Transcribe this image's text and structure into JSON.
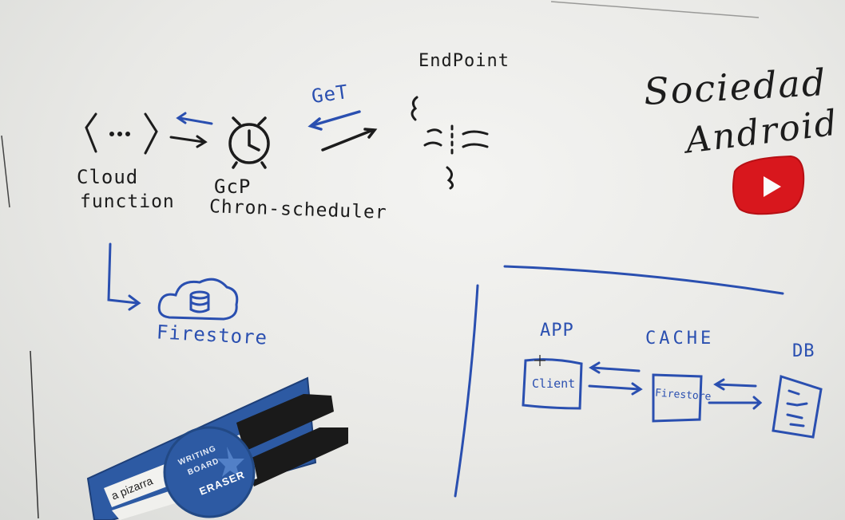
{
  "labels": {
    "cloud_function_1": "Cloud",
    "cloud_function_2": "function",
    "gcp_1": "GcP",
    "gcp_2": "Chron-scheduler",
    "get": "GeT",
    "endpoint": "EndPoint",
    "firestore": "Firestore",
    "brand_1": "Sociedad",
    "brand_2": "Android",
    "app": "APP",
    "cache": "CACHE",
    "db": "DB",
    "client_box": "Client",
    "firestore_box": "Firestore"
  },
  "eraser": {
    "text_1": "WRITING",
    "text_2": "BOARD",
    "text_3": "ERASER",
    "marker_label": "a pizarra"
  },
  "colors": {
    "ink_black": "#1c1c1c",
    "ink_blue": "#2a4fb0",
    "youtube_red": "#d8171d",
    "eraser_blue": "#2d5aa3"
  }
}
